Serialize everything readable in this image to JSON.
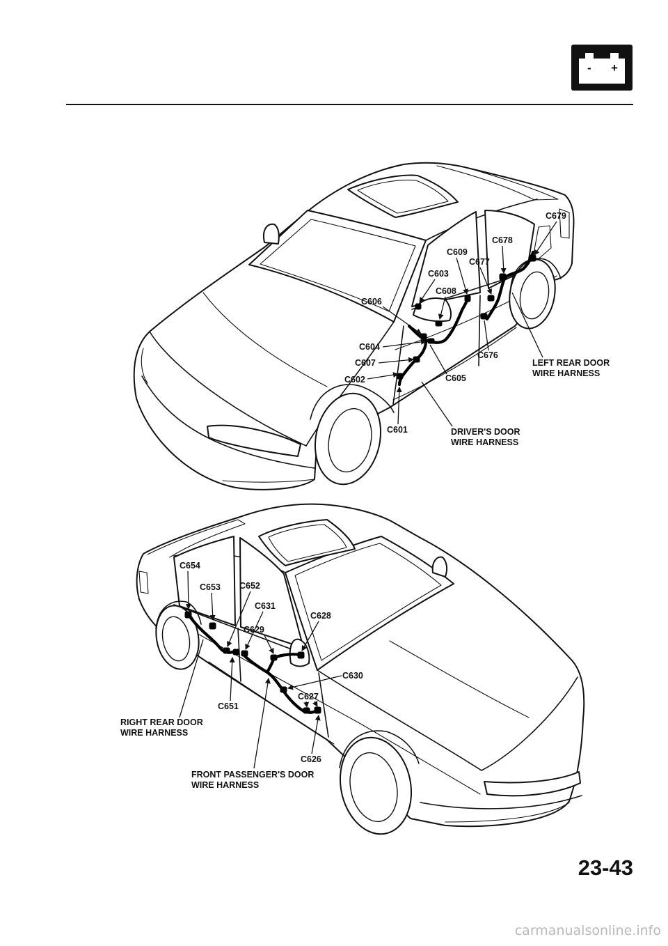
{
  "header": {
    "icon": "battery-icon",
    "battery_minus": "-",
    "battery_plus": "+"
  },
  "top_diagram": {
    "connectors": [
      "C679",
      "C678",
      "C609",
      "C677",
      "C603",
      "C608",
      "C606",
      "C604",
      "C676",
      "C607",
      "C605",
      "C602",
      "C601"
    ],
    "harnesses": [
      {
        "line1": "LEFT REAR DOOR",
        "line2": "WIRE HARNESS"
      },
      {
        "line1": "DRIVER'S DOOR",
        "line2": "WIRE HARNESS"
      }
    ]
  },
  "bottom_diagram": {
    "connectors": [
      "C654",
      "C653",
      "C652",
      "C631",
      "C628",
      "C629",
      "C630",
      "C627",
      "C651",
      "C626"
    ],
    "harnesses": [
      {
        "line1": "RIGHT REAR DOOR",
        "line2": "WIRE HARNESS"
      },
      {
        "line1": "FRONT PASSENGER'S DOOR",
        "line2": "WIRE HARNESS"
      }
    ]
  },
  "page_number": "23-43",
  "watermark": "carmanualsonline.info"
}
